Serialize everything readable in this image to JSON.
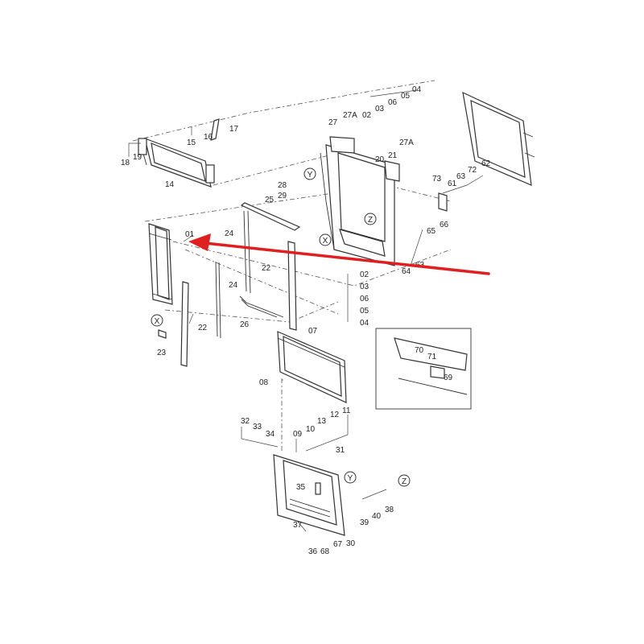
{
  "diagram": {
    "callouts": {
      "c01": "01",
      "c02a": "02",
      "c03a": "03",
      "c04a": "04",
      "c05a": "05",
      "c06a": "06",
      "c02b": "02",
      "c03b": "03",
      "c04b": "04",
      "c05b": "05",
      "c06b": "06",
      "c07": "07",
      "c08": "08",
      "c09": "09",
      "c10": "10",
      "c11": "11",
      "c12": "12",
      "c13": "13",
      "c14": "14",
      "c15": "15",
      "c16": "16",
      "c17": "17",
      "c18": "18",
      "c19": "19",
      "c20": "20",
      "c21": "21",
      "c22a": "22",
      "c22b": "22",
      "c23": "23",
      "c24a": "24",
      "c24b": "24",
      "c25": "25",
      "c26": "26",
      "c27": "27",
      "c27Aa": "27A",
      "c27Ab": "27A",
      "c28": "28",
      "c29": "29",
      "c30": "30",
      "c31": "31",
      "c32": "32",
      "c33": "33",
      "c34": "34",
      "c35": "35",
      "c36": "36",
      "c37": "37",
      "c38": "38",
      "c39": "39",
      "c40": "40",
      "c61": "61",
      "c62": "62",
      "c63a": "63",
      "c63b": "63",
      "c64": "64",
      "c65": "65",
      "c66": "66",
      "c67": "67",
      "c68": "68",
      "c69": "69",
      "c70": "70",
      "c71": "71",
      "c72": "72",
      "c73": "73"
    },
    "view_markers": {
      "x1": "X",
      "x2": "X",
      "y1": "Y",
      "y2": "Y",
      "z1": "Z",
      "z2": "Z"
    },
    "colors": {
      "arrow": "#e02020",
      "line": "#333333"
    }
  }
}
